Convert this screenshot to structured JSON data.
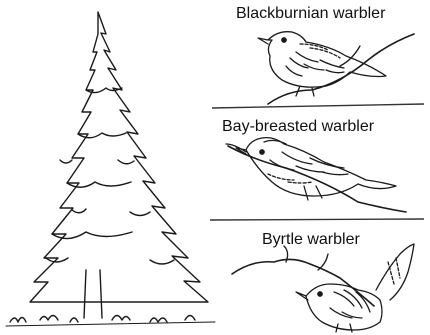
{
  "figure": {
    "tree_icon": "spruce-tree-icon",
    "bird_icon": "warbler-icon",
    "birds": [
      {
        "label": "Blackburnian warbler"
      },
      {
        "label": "Bay-breasted warbler"
      },
      {
        "label": "Byrtle warbler"
      }
    ]
  }
}
